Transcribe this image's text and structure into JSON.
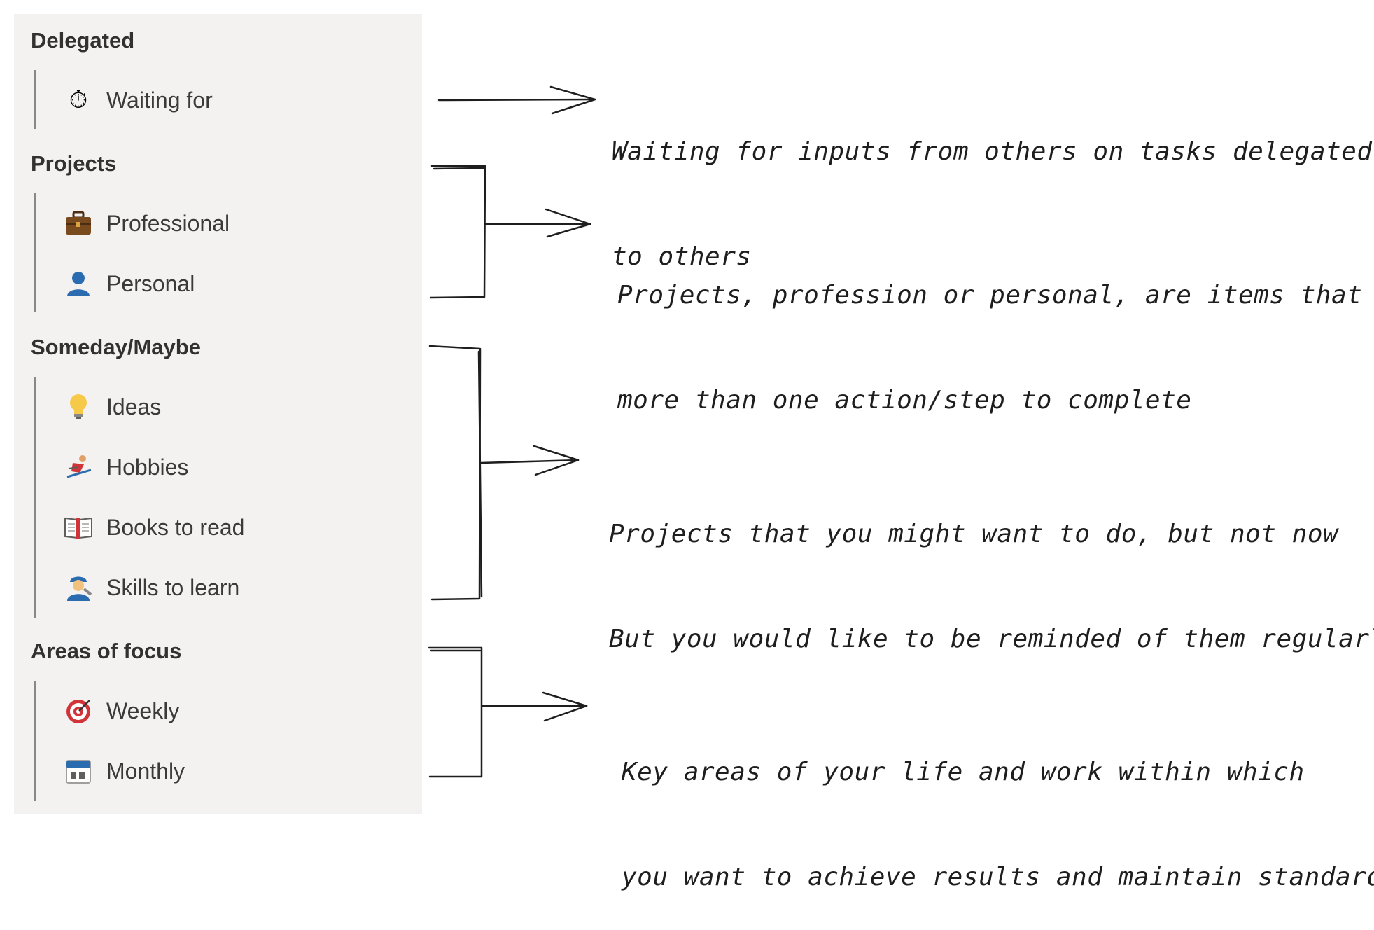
{
  "sidebar": {
    "sections": [
      {
        "title": "Delegated",
        "items": [
          {
            "label": "Waiting for",
            "icon": "stopwatch-icon"
          }
        ]
      },
      {
        "title": "Projects",
        "items": [
          {
            "label": "Professional",
            "icon": "briefcase-icon"
          },
          {
            "label": "Personal",
            "icon": "person-icon"
          }
        ]
      },
      {
        "title": "Someday/Maybe",
        "items": [
          {
            "label": "Ideas",
            "icon": "lightbulb-icon"
          },
          {
            "label": "Hobbies",
            "icon": "skier-icon"
          },
          {
            "label": "Books to read",
            "icon": "open-book-icon"
          },
          {
            "label": "Skills to learn",
            "icon": "mechanic-icon"
          }
        ]
      },
      {
        "title": "Areas of focus",
        "items": [
          {
            "label": "Weekly",
            "icon": "target-icon"
          },
          {
            "label": "Monthly",
            "icon": "calendar-icon"
          }
        ]
      }
    ]
  },
  "annotations": {
    "delegated": {
      "line1": "Waiting for inputs from others on tasks delegated",
      "line2": "to others"
    },
    "projects": {
      "line1": "Projects, profession or personal, are items that need",
      "line2": "more than one action/step to complete"
    },
    "someday": {
      "line1": "Projects that you might want to do, but not now",
      "line2": "But you would like to be reminded of them regularly"
    },
    "areas": {
      "line1": "Key areas of your life and work within which",
      "line2": "you want to achieve results and maintain standards"
    }
  }
}
